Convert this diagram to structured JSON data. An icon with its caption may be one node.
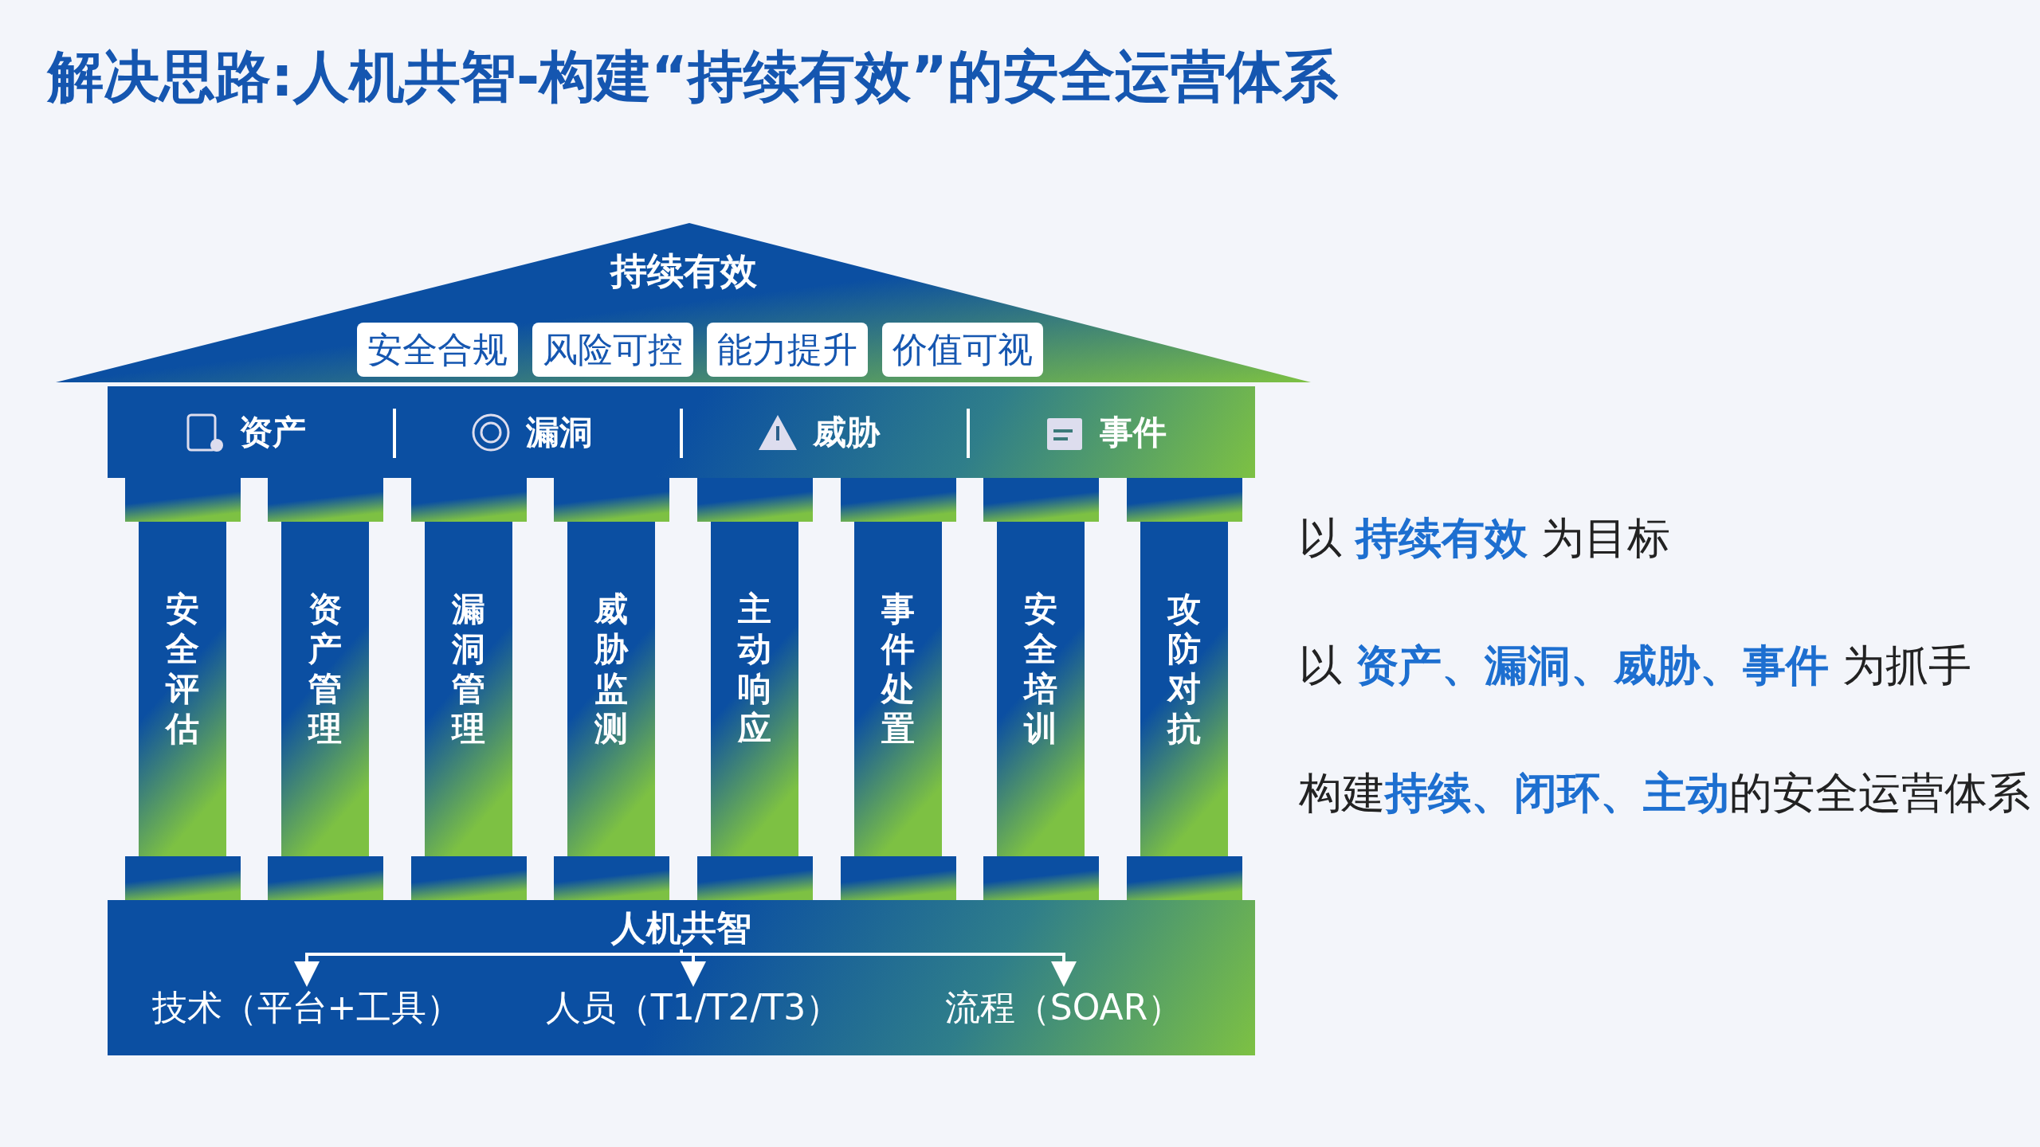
{
  "diagram": {
    "title": "解决思路:人机共智-构建“持续有效”的安全运营体系",
    "nodes": [
      {
        "text": [
          "持续有效"
        ]
      },
      {
        "text": [
          "安全合规"
        ],
        "in": 0
      },
      {
        "text": [
          "风险可控"
        ],
        "in": 0
      },
      {
        "text": [
          "能力提升"
        ],
        "in": 0
      },
      {
        "text": [
          "价值可视"
        ],
        "in": 0
      },
      {
        "text": [
          "资产",
          "漏洞",
          "威胁",
          "事件"
        ]
      },
      {
        "text": [
          "安全评估"
        ]
      },
      {
        "text": [
          "资产管理"
        ]
      },
      {
        "text": [
          "漏洞管理"
        ]
      },
      {
        "text": [
          "威胁监测"
        ]
      },
      {
        "text": [
          "主动响应"
        ]
      },
      {
        "text": [
          "事件处置"
        ]
      },
      {
        "text": [
          "安全培训"
        ]
      },
      {
        "text": [
          "攻防对抗"
        ]
      },
      {
        "text": [],
        "shape": "box"
      },
      {
        "text": [
          "人机共智"
        ],
        "in": 14
      },
      {
        "text": [
          "技术（平台+工具）"
        ],
        "in": 14
      },
      {
        "text": [
          "人员（T1/T2/T3）"
        ],
        "in": 14
      },
      {
        "text": [
          "流程（SOAR）"
        ],
        "in": 14
      }
    ],
    "edges": [
      {
        "from": 15,
        "to": 16,
        "arrow": "to"
      },
      {
        "from": 15,
        "to": 17,
        "arrow": "to"
      },
      {
        "from": 15,
        "to": 18,
        "arrow": "to"
      }
    ],
    "labels": [
      "以 **持续有效** 为目标",
      "以 **资产、漏洞、威胁、事件** 为抓手",
      "构建**持续、闭环、主动**的安全运营体系"
    ]
  }
}
